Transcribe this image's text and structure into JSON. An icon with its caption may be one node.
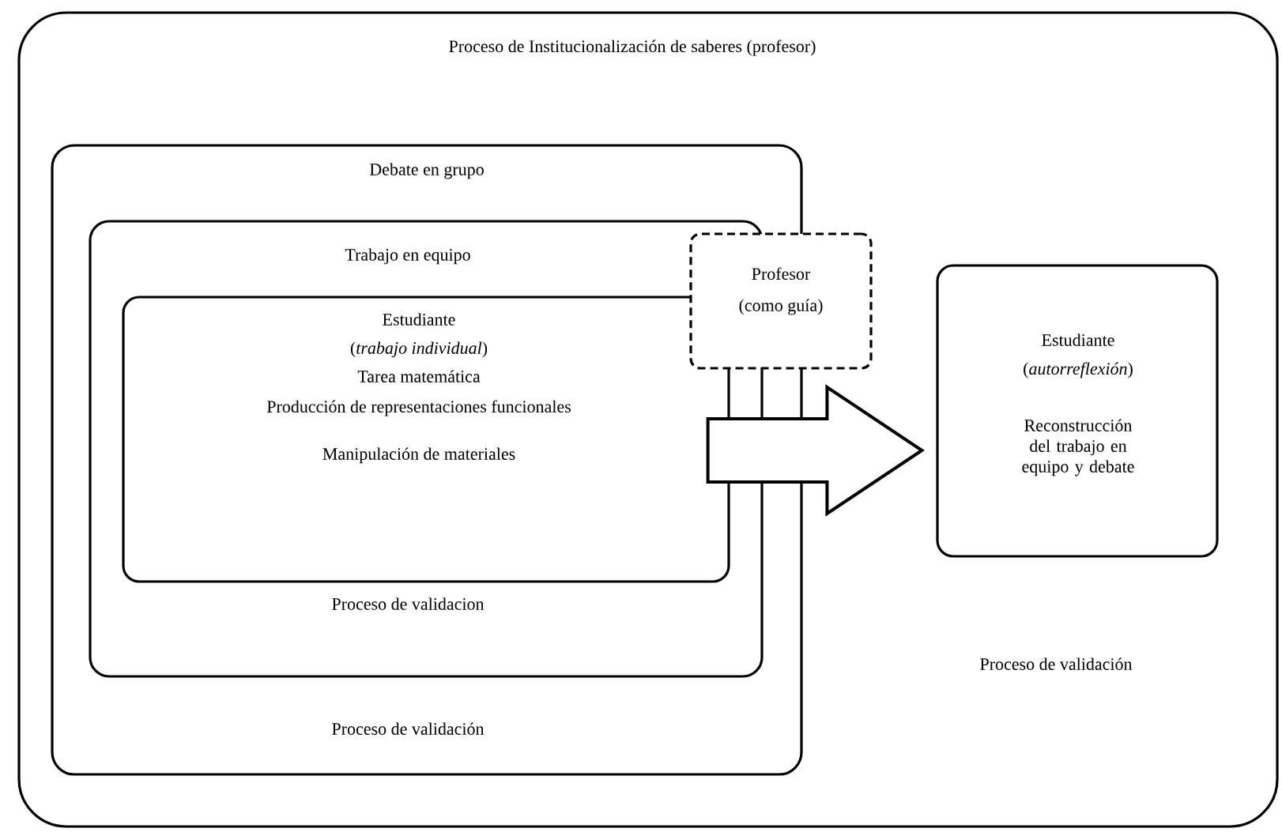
{
  "diagram": {
    "nodes": [
      {
        "text": [
          "Proceso de Institucionalización de saberes (profesor)",
          "Proceso de validación"
        ]
      },
      {
        "text": [
          "Debate en grupo",
          "Proceso de validación"
        ],
        "in": 0
      },
      {
        "text": [
          "Trabajo en equipo",
          "Proceso de validacion"
        ],
        "in": 1
      },
      {
        "text": [
          "Profesor",
          "(como guía)"
        ],
        "in": 0
      },
      {
        "text": [
          "Estudiante",
          "(*trabajo individual*)",
          "Tarea matemática",
          "Producción de representaciones funcionales",
          "Manipulación de materiales"
        ],
        "in": 2
      },
      {
        "text": [
          "Estudiante",
          "(*autorreflexión*)",
          "Reconstrucción del trabajo en equipo y debate"
        ],
        "in": 0
      }
    ],
    "edges": [
      {
        "from": 4,
        "to": 5,
        "arrow": "to"
      }
    ]
  }
}
